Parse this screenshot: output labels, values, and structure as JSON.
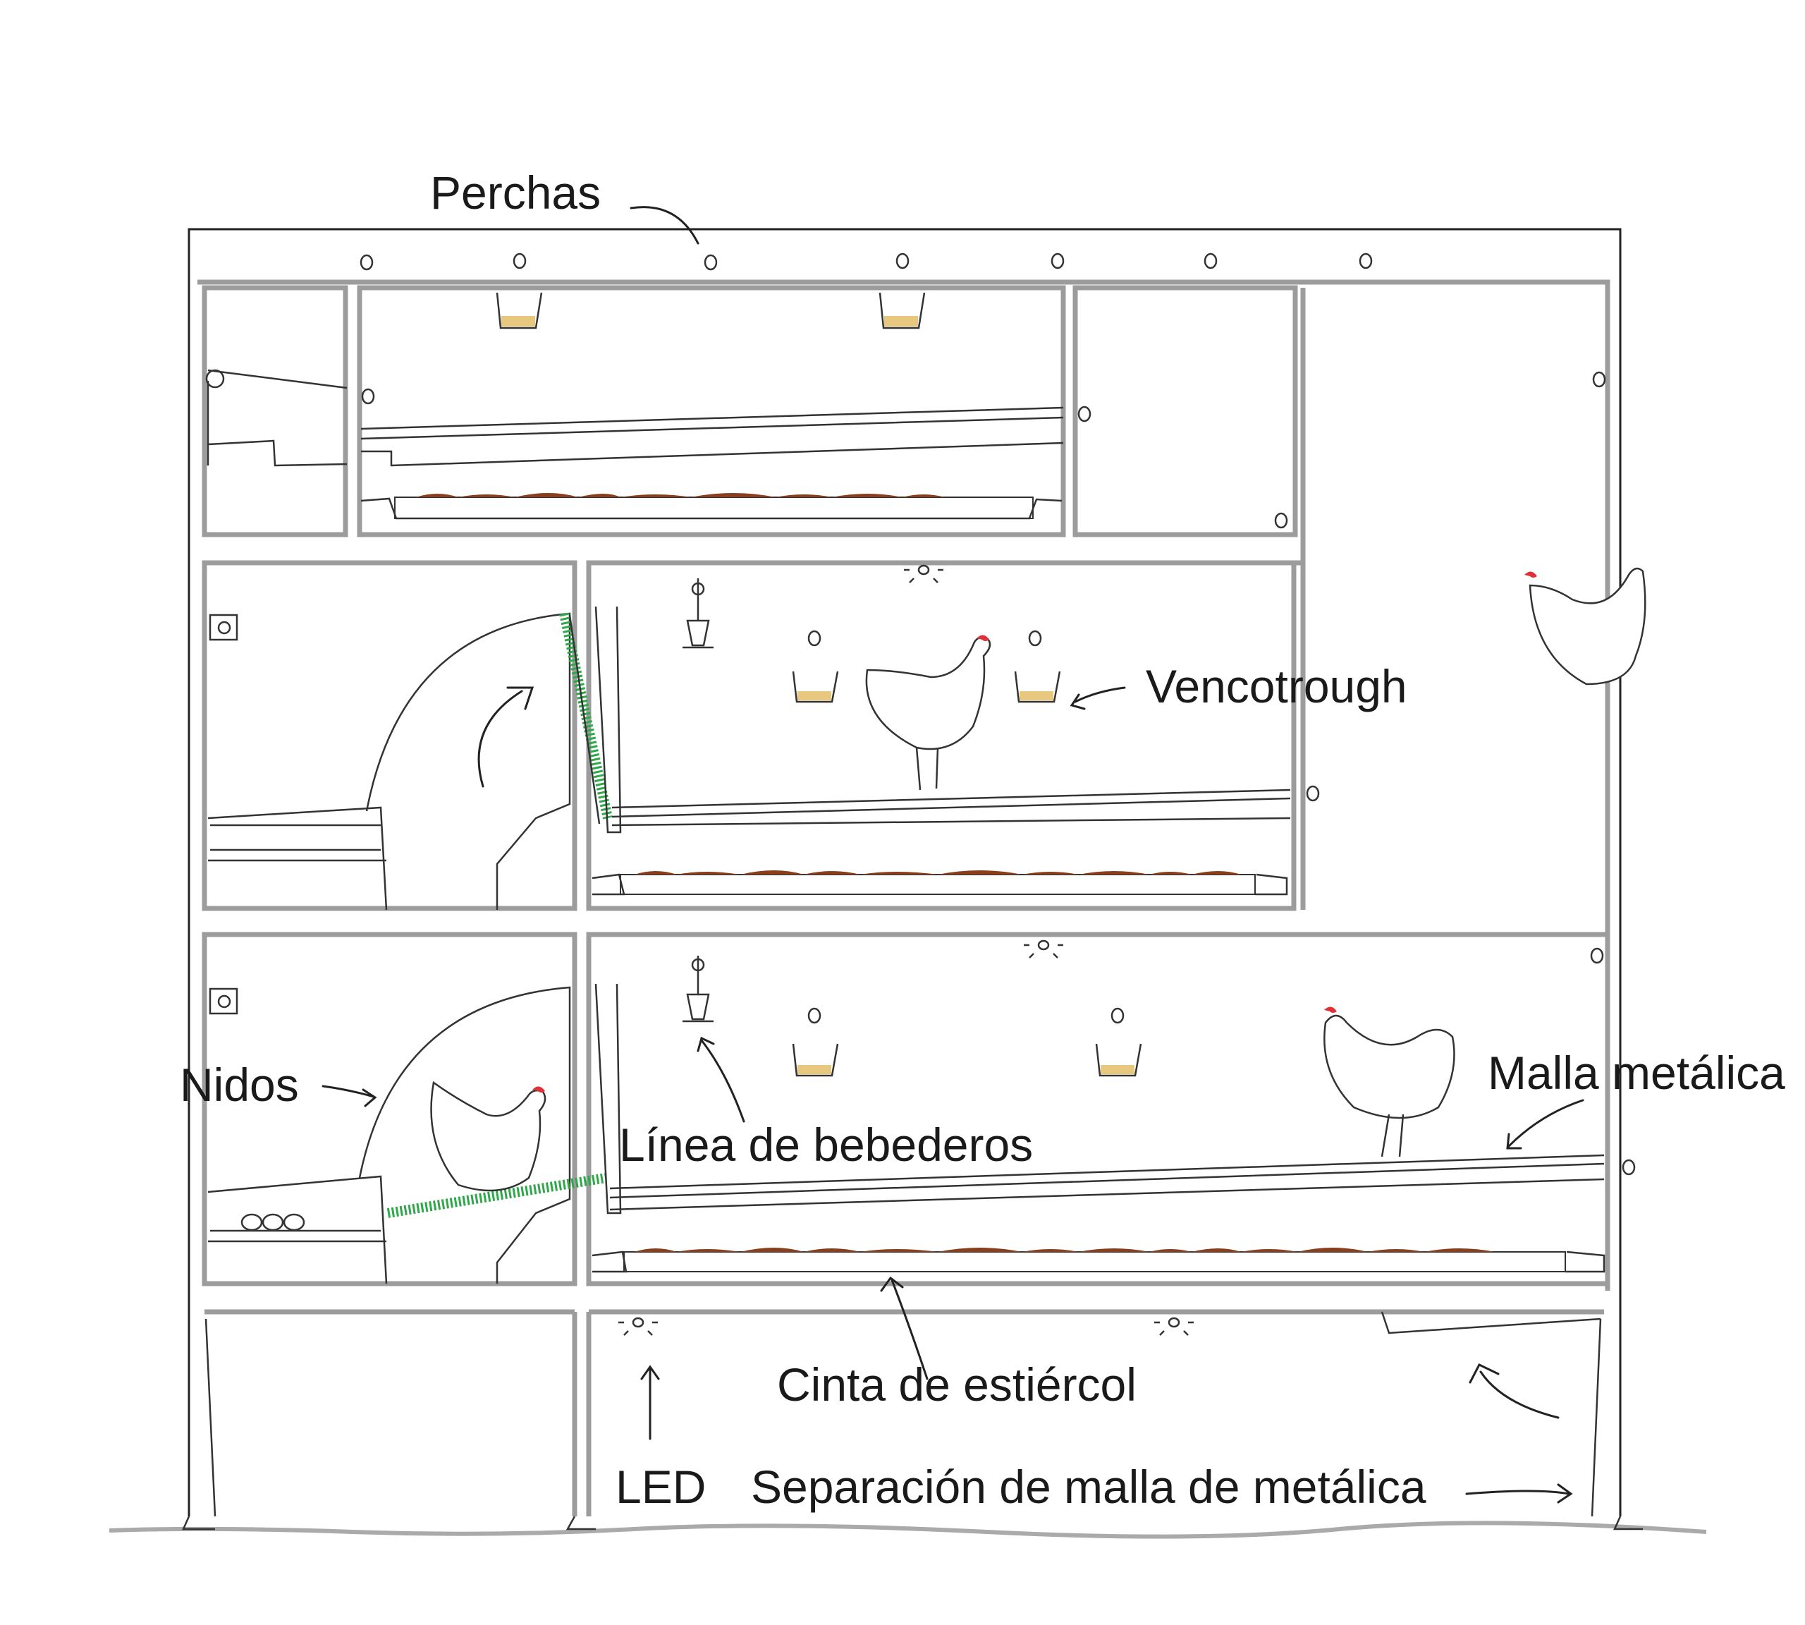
{
  "labels": {
    "perchas": "Perchas",
    "vencotrough": "Vencotrough",
    "nidos": "Nidos",
    "linea_bebederos": "Línea de bebederos",
    "malla_metalica": "Malla metálica",
    "cinta_estiercol": "Cinta de estiércol",
    "led": "LED",
    "separacion": "Separación de malla de metálica"
  },
  "colors": {
    "frame": "#9c9c9c",
    "line": "#222222",
    "manure": "#8b3e1c",
    "feed": "#e8c77e",
    "grass": "#2fa84a",
    "comb": "#e0303a"
  }
}
